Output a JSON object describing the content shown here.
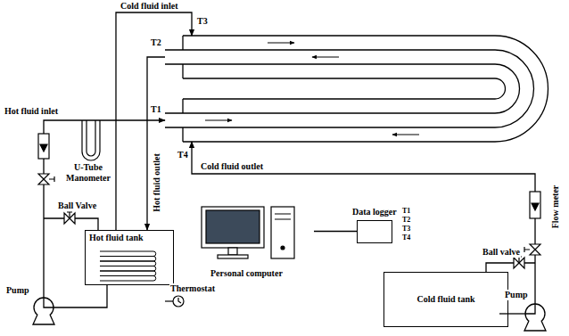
{
  "diagram": {
    "nodes": [
      {
        "text": [
          "Hot fluid tank"
        ]
      },
      {
        "text": [
          "Cold fluid tank"
        ]
      },
      {
        "text": [
          "Data logger"
        ]
      },
      {
        "text": [
          "Personal computer"
        ]
      }
    ],
    "edges": [
      {
        "from": 2,
        "to": 3,
        "arrow": "none"
      }
    ],
    "labels": [
      "Cold fluid inlet",
      "T3",
      "T2",
      "T1",
      "Hot fluid inlet",
      "T4",
      "Cold fluid outlet",
      "U-Tube Manometer",
      "Hot fluid outlet",
      "T1",
      "T2",
      "T3",
      "T4",
      "Thermostat",
      "Ball Valve",
      "Pump",
      "Ball valve",
      "Pump",
      "Flow meter"
    ]
  }
}
